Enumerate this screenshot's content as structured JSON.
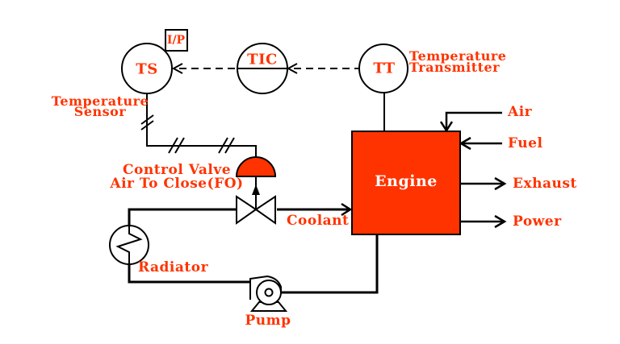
{
  "colors": {
    "accent": "#FF3300",
    "line": "#000000",
    "background": "#FFFFFF"
  },
  "instruments": {
    "ts": "TS",
    "tic": "TIC",
    "tt": "TT",
    "ip": "I/P"
  },
  "equipment": {
    "engine": "Engine",
    "radiator": "Radiator",
    "pump": "Pump"
  },
  "annotations": {
    "temperature_sensor_line1": "Temperature",
    "temperature_sensor_line2": "Sensor",
    "temperature_transmitter_line1": "Temperature",
    "temperature_transmitter_line2": "Transmitter",
    "control_valve_line1": "Control Valve",
    "control_valve_line2": "Air To Close(FO)",
    "coolant": "Coolant"
  },
  "streams": {
    "air": "Air",
    "fuel": "Fuel",
    "exhaust": "Exhaust",
    "power": "Power"
  },
  "symbols": {
    "ts": "instrument-circle",
    "tic": "instrument-circle-with-panel-line",
    "tt": "instrument-circle",
    "ip": "square-box",
    "control_valve": "bowtie-valve",
    "actuator": "half-dome-diaphragm",
    "radiator": "circle-with-zigzag",
    "pump": "centrifugal-pump-volute"
  }
}
